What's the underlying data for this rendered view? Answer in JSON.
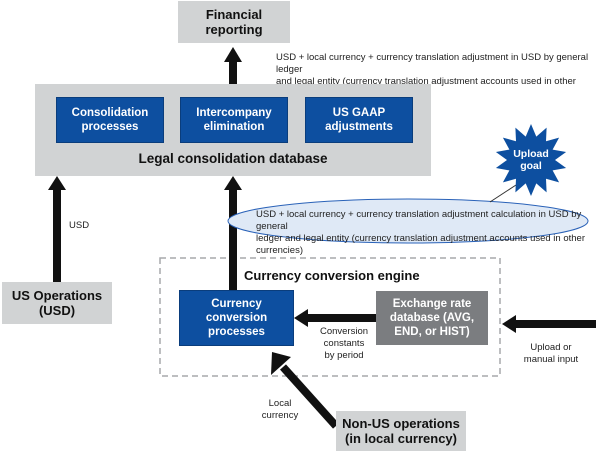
{
  "financial_reporting": "Financial\nreporting",
  "top_note": "USD + local currency + currency translation adjustment in USD by general ledger\nand legal entity (currency translation adjustment accounts used in other currencies)",
  "legal_db": {
    "title": "Legal consolidation database",
    "boxes": [
      "Consolidation\nprocesses",
      "Intercompany\nelimination",
      "US GAAP\nadjustments"
    ]
  },
  "upload_goal": "Upload\ngoal",
  "ellipse_note": "USD + local currency + currency translation adjustment calculation in USD by general\nledger and legal entity (currency translation adjustment accounts used in other currencies)",
  "usd_label": "USD",
  "us_operations": "US Operations\n(USD)",
  "engine": {
    "title": "Currency conversion engine",
    "processes": "Currency conversion\nprocesses",
    "exchange_db": "Exchange rate\ndatabase (AVG,\nEND, or HIST)",
    "conversion_note": "Conversion\nconstants\nby period"
  },
  "upload_note": "Upload or\nmanual input",
  "local_currency_note": "Local\ncurrency",
  "non_us": "Non-US operations\n(in local currency)",
  "colors": {
    "blue": "#0d4fa0",
    "gray": "#d1d3d4",
    "dark_gray": "#7b7d80",
    "ellipse": "#dfe9f6",
    "ellipse_border": "#2a62b8"
  }
}
